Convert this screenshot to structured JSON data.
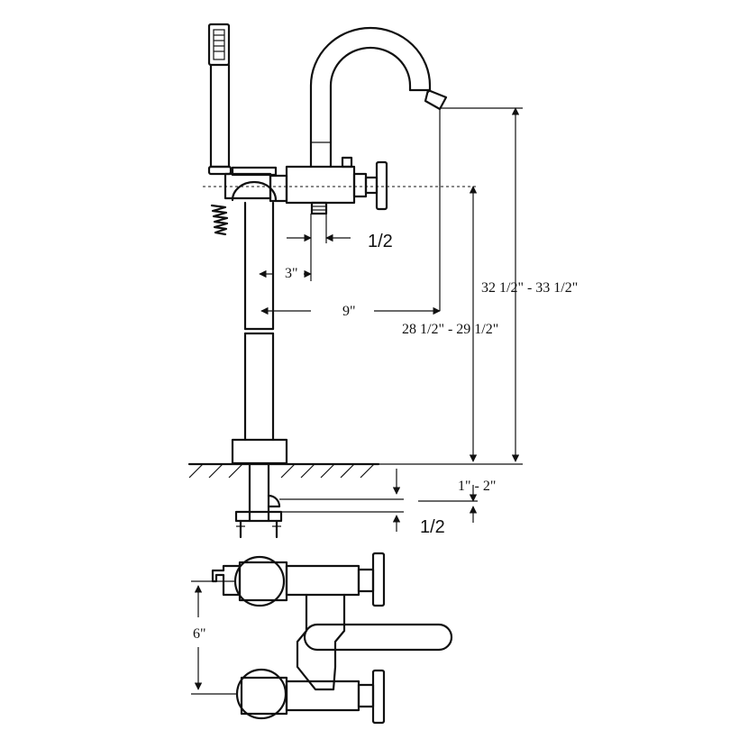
{
  "dimensions": {
    "pipe_half_top": "1/2",
    "offset_3": "3\"",
    "offset_9": "9\"",
    "height_total": "32 1/2\" - 33 1/2\"",
    "height_spout": "28 1/2\" - 29 1/2\"",
    "floor_range": "1\" - 2\"",
    "pipe_half_bottom": "1/2",
    "spacing_6": "6\""
  }
}
